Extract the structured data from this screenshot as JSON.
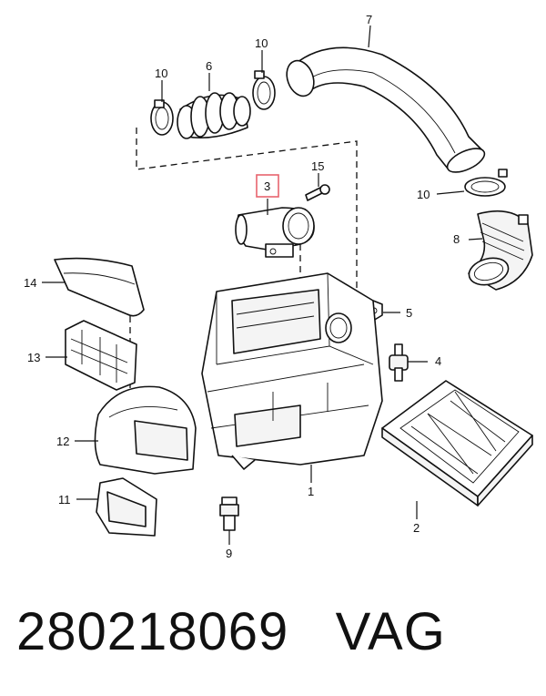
{
  "callouts": {
    "c1": "1",
    "c2": "2",
    "c3": "3",
    "c4": "4",
    "c5": "5",
    "c6": "6",
    "c7": "7",
    "c8": "8",
    "c9": "9",
    "c10a": "10",
    "c10b": "10",
    "c10c": "10",
    "c11": "11",
    "c12": "12",
    "c13": "13",
    "c14": "14",
    "c15": "15"
  },
  "caption": {
    "part_number": "280218069",
    "brand": "VAG"
  },
  "colors": {
    "highlight_box": "#e8646e",
    "line": "#111111"
  }
}
